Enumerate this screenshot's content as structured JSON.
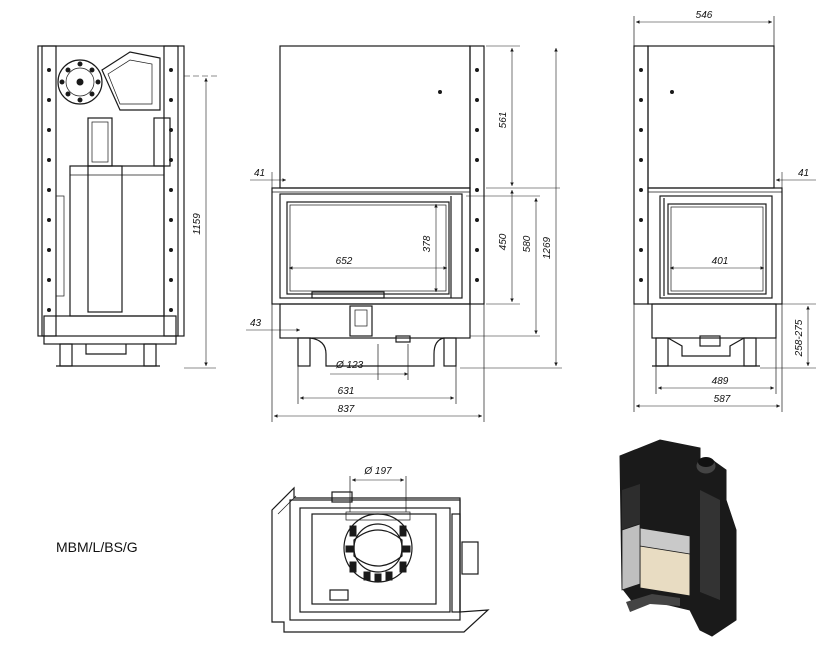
{
  "model_label": "MBM/L/BS/G",
  "dimensions": {
    "side_height": "1159",
    "top_width": "546",
    "left_gap_front": "41",
    "right_gap_side": "41",
    "top_section": "561",
    "door_height": "450",
    "opening_580": "580",
    "total_height": "1269",
    "glass_height": "378",
    "glass_width": "652",
    "base_43": "43",
    "flue_diameter": "Ø 123",
    "inner_width": "631",
    "overall_width": "837",
    "side_glass_width": "401",
    "base_range": "258-275",
    "side_inner_width": "489",
    "side_overall_width": "587",
    "top_flue_diameter": "Ø 197"
  }
}
